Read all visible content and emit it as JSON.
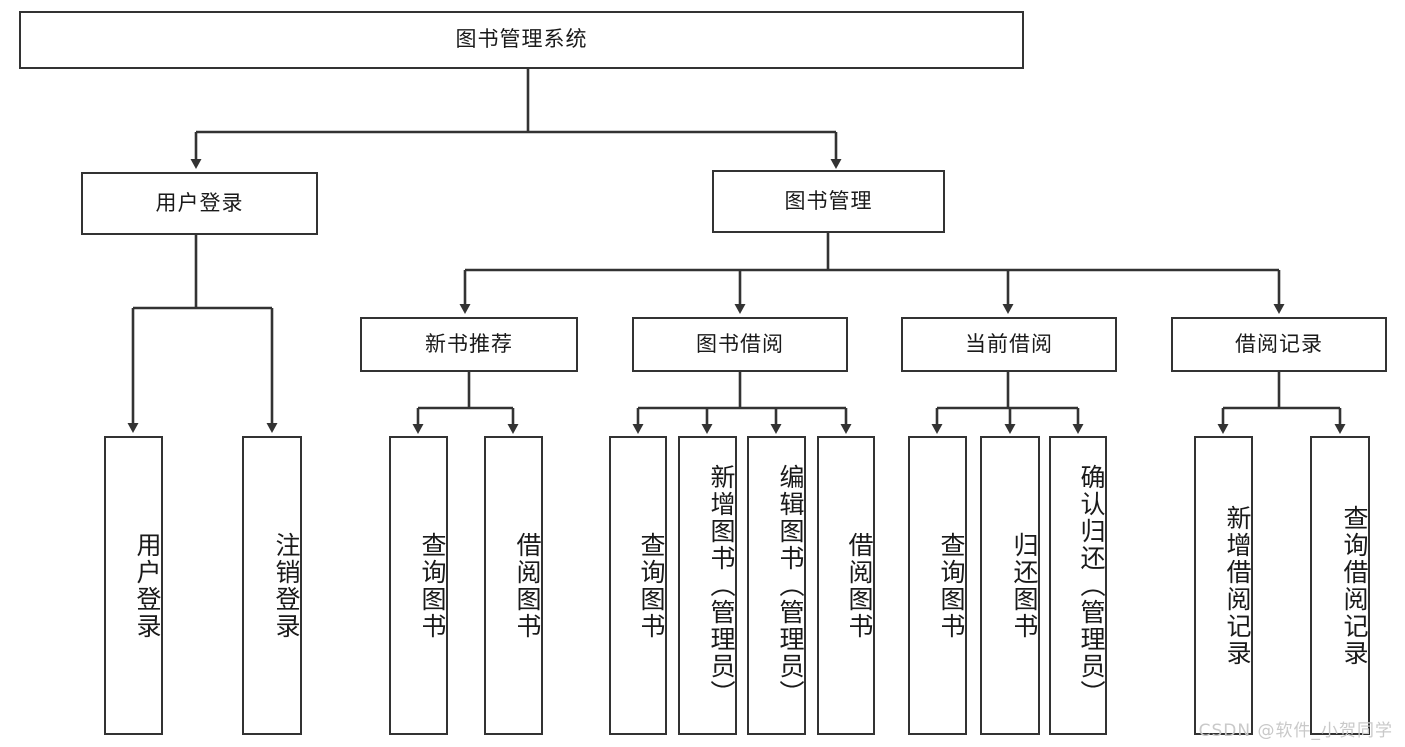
{
  "diagram": {
    "title": "图书管理系统",
    "type": "tree-hierarchy",
    "watermark": "CSDN @软件_小贺同学",
    "colors": {
      "stroke": "#333333",
      "fill": "#ffffff",
      "text": "#1a1a1a",
      "watermark": "#c9c9c9"
    },
    "root": {
      "label": "图书管理系统"
    },
    "level2": [
      {
        "label": "用户登录"
      },
      {
        "label": "图书管理"
      }
    ],
    "level3": [
      {
        "label": "新书推荐"
      },
      {
        "label": "图书借阅"
      },
      {
        "label": "当前借阅"
      },
      {
        "label": "借阅记录"
      }
    ],
    "leaves": {
      "user_login": [
        {
          "label": "用户登录"
        },
        {
          "label": "注销登录"
        }
      ],
      "new_book": [
        {
          "label": "查询图书"
        },
        {
          "label": "借阅图书"
        }
      ],
      "book_borrow": [
        {
          "label": "查询图书"
        },
        {
          "label": "新增图书（管理员）"
        },
        {
          "label": "编辑图书（管理员）"
        },
        {
          "label": "借阅图书"
        }
      ],
      "current_borrow": [
        {
          "label": "查询图书"
        },
        {
          "label": "归还图书"
        },
        {
          "label": "确认归还（管理员）"
        }
      ],
      "borrow_record": [
        {
          "label": "新增借阅记录"
        },
        {
          "label": "查询借阅记录"
        }
      ]
    }
  }
}
